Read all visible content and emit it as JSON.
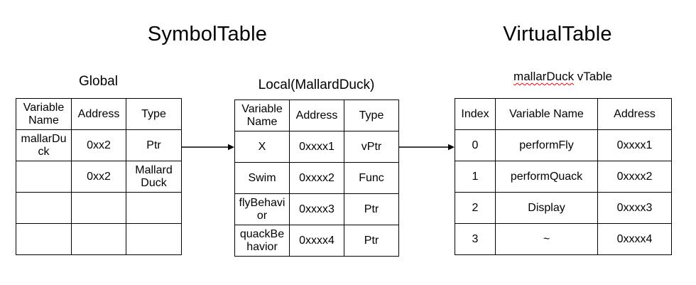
{
  "colors": {
    "background": "#ffffff",
    "text": "#000000",
    "table_border": "#000000",
    "spellcheck_underline": "#ff0000"
  },
  "titles": {
    "left": "SymbolTable",
    "right": "VirtualTable"
  },
  "global_table": {
    "caption": "Global",
    "headers": [
      "Variable Name",
      "Address",
      "Type"
    ],
    "rows": [
      [
        "mallarDuck",
        "0xx2",
        "Ptr"
      ],
      [
        "",
        "0xx2",
        "Mallard Duck"
      ],
      [
        "",
        "",
        ""
      ],
      [
        "",
        "",
        ""
      ]
    ]
  },
  "local_table": {
    "caption": "Local(MallardDuck)",
    "headers": [
      "Variable Name",
      "Address",
      "Type"
    ],
    "rows": [
      [
        "X",
        "0xxxx1",
        "vPtr"
      ],
      [
        "Swim",
        "0xxxx2",
        "Func"
      ],
      [
        "flyBehavior",
        "0xxxx3",
        "Ptr"
      ],
      [
        "quackBehavior",
        "0xxxx4",
        "Ptr"
      ]
    ]
  },
  "vtable": {
    "caption_word": "mallarDuck",
    "caption_suffix": " vTable",
    "headers": [
      "Index",
      "Variable Name",
      "Address"
    ],
    "rows": [
      [
        "0",
        "performFly",
        "0xxxx1"
      ],
      [
        "1",
        "performQuack",
        "0xxxx2"
      ],
      [
        "2",
        "Display",
        "0xxxx3"
      ],
      [
        "3",
        "~",
        "0xxxx4"
      ]
    ]
  }
}
